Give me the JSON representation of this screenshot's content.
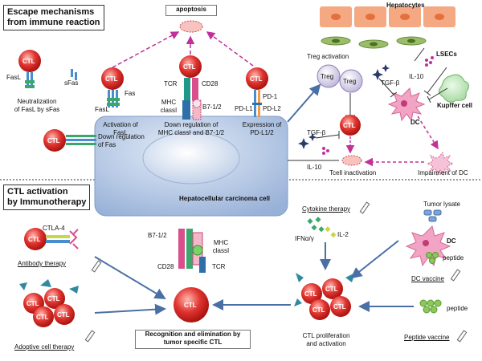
{
  "panels": {
    "escape_title_line1": "Escape mechanisms",
    "escape_title_line2": "from immune reaction",
    "ctl_title_line1": "CTL activation",
    "ctl_title_line2": "by Immunotherapy"
  },
  "top": {
    "apoptosis": "apoptosis",
    "hepatocytes": "Hepatocytes",
    "lsecs": "LSECs",
    "kupffer": "Kupffer cell",
    "dc": "DC",
    "il10_top": "IL-10",
    "treg_activation": "Treg activation",
    "treg": "Treg",
    "tgfb_top": "TGF-β",
    "tgfb_mid": "TGF-β",
    "il10_mid": "IL-10",
    "tcell_inactivation": "Tcell inactivation",
    "impairment_dc": "Impairment of DC"
  },
  "escape": {
    "ctl": "CTL",
    "fasl": "FasL",
    "sfas": "sFas",
    "neutralization_line1": "Neutralization",
    "neutralization_line2": "of FasL by sFas",
    "fasl2": "FasL",
    "fas": "Fas",
    "activation_line1": "Activation of",
    "activation_line2": "FasL",
    "tcr": "TCR",
    "cd28": "CD28",
    "mhc_line1": "MHC",
    "mhc_line2": "classI",
    "b7": "B7-1/2",
    "downreg_mhc_line1": "Down regulation of",
    "downreg_mhc_line2": "MHC classI and B7-1/2",
    "pd1": "PD-1",
    "pdl1": "PD-L1",
    "pdl2": "PD-L2",
    "expression_line1": "Expression of",
    "expression_line2": "PD-L1/2",
    "downreg_fas_line1": "Down regulation",
    "downreg_fas_line2": "of Fas",
    "hcc": "Hepatocellular carcinoma cell"
  },
  "immuno": {
    "ctla4": "CTLA-4",
    "antibody_therapy": "Antibody therapy",
    "adoptive_therapy": "Adoptive cell therapy",
    "b7": "B7-1/2",
    "cd28": "CD28",
    "mhc_line1": "MHC",
    "mhc_line2": "classI",
    "tcr": "TCR",
    "recognition_line1": "Recognition and elimination by",
    "recognition_line2": "tumor specific CTL",
    "cytokine_therapy": "Cytokine therapy",
    "ifn": "IFNα/γ",
    "il2": "IL-2",
    "tumor_lysate": "Tumor lysate",
    "dc": "DC",
    "peptide": "peptide",
    "dc_vaccine": "DC vaccine",
    "peptide2": "peptide",
    "peptide_vaccine": "Peptide vaccine",
    "proliferation_line1": "CTL proliferation",
    "proliferation_line2": "and activation"
  },
  "colors": {
    "ctl_red": "#e0332f",
    "hcc_blue": "#a8bfe0",
    "arrow_blue": "#4a6fa5",
    "arrow_magenta": "#c0319a",
    "treg_lilac": "#d9d3ea",
    "dc_pink": "#f2a4c4",
    "hepatocyte_orange": "#f4a983",
    "lsec_green": "#9bbd6a"
  }
}
